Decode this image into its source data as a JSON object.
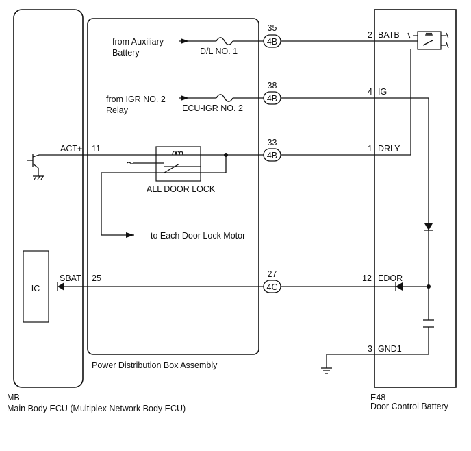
{
  "components": {
    "main_body_ecu": {
      "code": "MB",
      "name": "Main Body ECU (Multiplex Network Body ECU)"
    },
    "pdb": {
      "name": "Power Distribution Box Assembly"
    },
    "door_battery": {
      "code": "E48",
      "name": "Door Control Battery"
    },
    "ic": {
      "label": "IC"
    }
  },
  "sources": {
    "aux_battery_line1": "from Auxiliary",
    "aux_battery_line2": "Battery",
    "igr_line1": "from IGR NO. 2",
    "igr_line2": "Relay",
    "to_motor": "to Each Door Lock Motor"
  },
  "fuses": {
    "dl": "D/L NO. 1",
    "ecu_igr": "ECU-IGR NO. 2"
  },
  "relay": {
    "label": "ALL DOOR LOCK"
  },
  "connectors": [
    {
      "pin": "35",
      "conn": "4B"
    },
    {
      "pin": "38",
      "conn": "4B"
    },
    {
      "pin": "33",
      "conn": "4B"
    },
    {
      "pin": "27",
      "conn": "4C"
    }
  ],
  "ecu_terminals": {
    "act_name": "ACT+",
    "act_pin": "11",
    "sbat_name": "SBAT",
    "sbat_pin": "25"
  },
  "battery_terminals": [
    {
      "pin": "2",
      "name": "BATB"
    },
    {
      "pin": "4",
      "name": "IG"
    },
    {
      "pin": "1",
      "name": "DRLY"
    },
    {
      "pin": "12",
      "name": "EDOR"
    },
    {
      "pin": "3",
      "name": "GND1"
    }
  ]
}
